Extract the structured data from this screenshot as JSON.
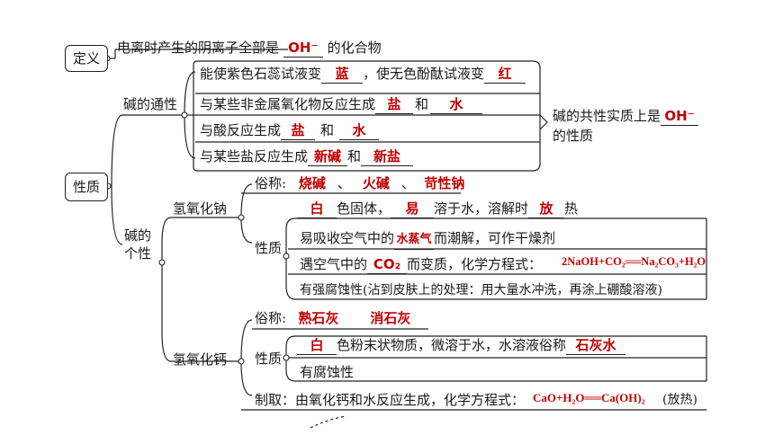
{
  "definition": {
    "label": "定义",
    "text_before": "电离时产生的阴离子全部是",
    "answer": "OH⁻",
    "text_after": "的化合物"
  },
  "properties": {
    "label": "性质",
    "common": {
      "label": "碱的通性",
      "rows": [
        {
          "t1": "能使紫色石蕊试液变",
          "a1": "蓝",
          "t2": "，使无色酚酞试液变",
          "a2": "红"
        },
        {
          "t1": "与某些非金属氧化物反应生成",
          "a1": "盐",
          "t2": "和",
          "a2": "水"
        },
        {
          "t1": "与酸反应生成",
          "a1": "盐",
          "t2": "和",
          "a2": "水"
        },
        {
          "t1": "与某些盐反应生成",
          "a1": "新碱",
          "t2": "和",
          "a2": "新盐"
        }
      ],
      "essence_before": "碱的共性实质上是",
      "essence_answer": "OH⁻",
      "essence_after": "的性质"
    },
    "individual": {
      "label_line1": "碱的",
      "label_line2": "个性",
      "naoh": {
        "label": "氢氧化钠",
        "names_label": "俗称:",
        "names": [
          "烧碱",
          "火碱",
          "苛性钠"
        ],
        "sep": "、",
        "props_label": "性质",
        "row1": {
          "a1": "白",
          "t1": "色固体，",
          "a2": "易",
          "t2": "溶于水，溶解时",
          "a3": "放",
          "t3": "热"
        },
        "row2": {
          "t1": "易吸收空气中的",
          "a1": "水蒸气",
          "t2": "而潮解，可作干燥剂"
        },
        "row3": {
          "t1": "遇空气中的",
          "a1": "CO₂",
          "t2": "而变质，化学方程式：",
          "eq": "2NaOH+CO₂══Na₂CO₃+H₂O"
        },
        "row4": {
          "t1": "有强腐蚀性(沾到皮肤上的处理：用大量水冲洗，再涂上硼酸溶液)"
        }
      },
      "caoh2": {
        "label": "氢氧化钙",
        "names_label": "俗称:",
        "names": [
          "熟石灰",
          "消石灰"
        ],
        "props_label": "性质",
        "row1": {
          "a1": "白",
          "t1": "色粉末状物质，微溶于水，水溶液俗称",
          "a2": "石灰水"
        },
        "row2": {
          "t1": "有腐蚀性"
        },
        "prep": {
          "t1": "制取：由氧化钙和水反应生成，化学方程式：",
          "eq": "CaO+H₂O══Ca(OH)₂",
          "t2": "(放热)"
        }
      }
    }
  }
}
